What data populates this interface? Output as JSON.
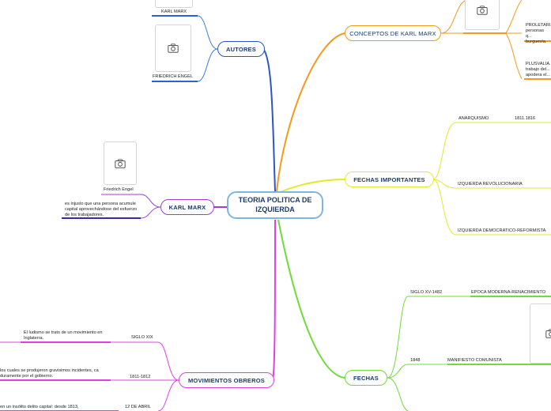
{
  "root": {
    "title": "TEORIA POLITICA DE IZQUIERDA"
  },
  "branches": {
    "autores": {
      "label": "AUTORES",
      "children": [
        {
          "label": "KARL MARX"
        },
        {
          "label": "FRIEDRICH ENGEL"
        }
      ]
    },
    "conceptos": {
      "label": "CONCEPTOS DE KARL MARX",
      "children": [
        {
          "label": "PROLETARI... personas q... burguesía."
        },
        {
          "label": "PLUSVALIA... trabajo del... apodera el..."
        }
      ]
    },
    "fechas_importantes": {
      "label": "FECHAS IMPORTANTES",
      "children": [
        {
          "label": "ANARQUISMO",
          "date": "1811.1816"
        },
        {
          "label": "IZQUIERDA REVOLUCIONARIA"
        },
        {
          "label": "IZQUIERDA DEMOCRATICO-REFORMISTA"
        }
      ]
    },
    "karl_marx": {
      "label": "KARL MARX",
      "children": [
        {
          "label": "Friedrich Engel"
        },
        {
          "label": "es injusto que una persona acumule capital aprovechándose del esfuerzo de los trabajadores."
        }
      ]
    },
    "movimientos": {
      "label": "MOVIMIENTOS OBREROS",
      "children": [
        {
          "label": "SIGLO XIX",
          "detail": "El ludismo se trato de un movimiento en Inglaterra."
        },
        {
          "label": "1811-1812",
          "detail": "los cuales se produjeron gravisimos incidentes, ca duramente por el gobierno."
        },
        {
          "label": "12 DE ABRIL",
          "detail": "en un insólito delito capital: desde 1813,"
        }
      ]
    },
    "fechas": {
      "label": "FECHAS",
      "children": [
        {
          "label": "SIGLO XV-1482",
          "detail": "EPOCA MODERNA-RENACIMIENTO"
        },
        {
          "label": "1848",
          "detail": "MANIFIESTO COMUNISTA"
        }
      ]
    }
  },
  "colors": {
    "root_border": "#7fb6e0",
    "autores": "#2e5fd4",
    "conceptos": "#f29a1c",
    "fechas_importantes": "#e2ea2a",
    "karl_marx": "#9b3fd6",
    "movimientos": "#e040e0",
    "fechas": "#6fdc3a",
    "trunk_blue": "#2a56c8"
  },
  "icons": {
    "photo": "camera-icon"
  }
}
